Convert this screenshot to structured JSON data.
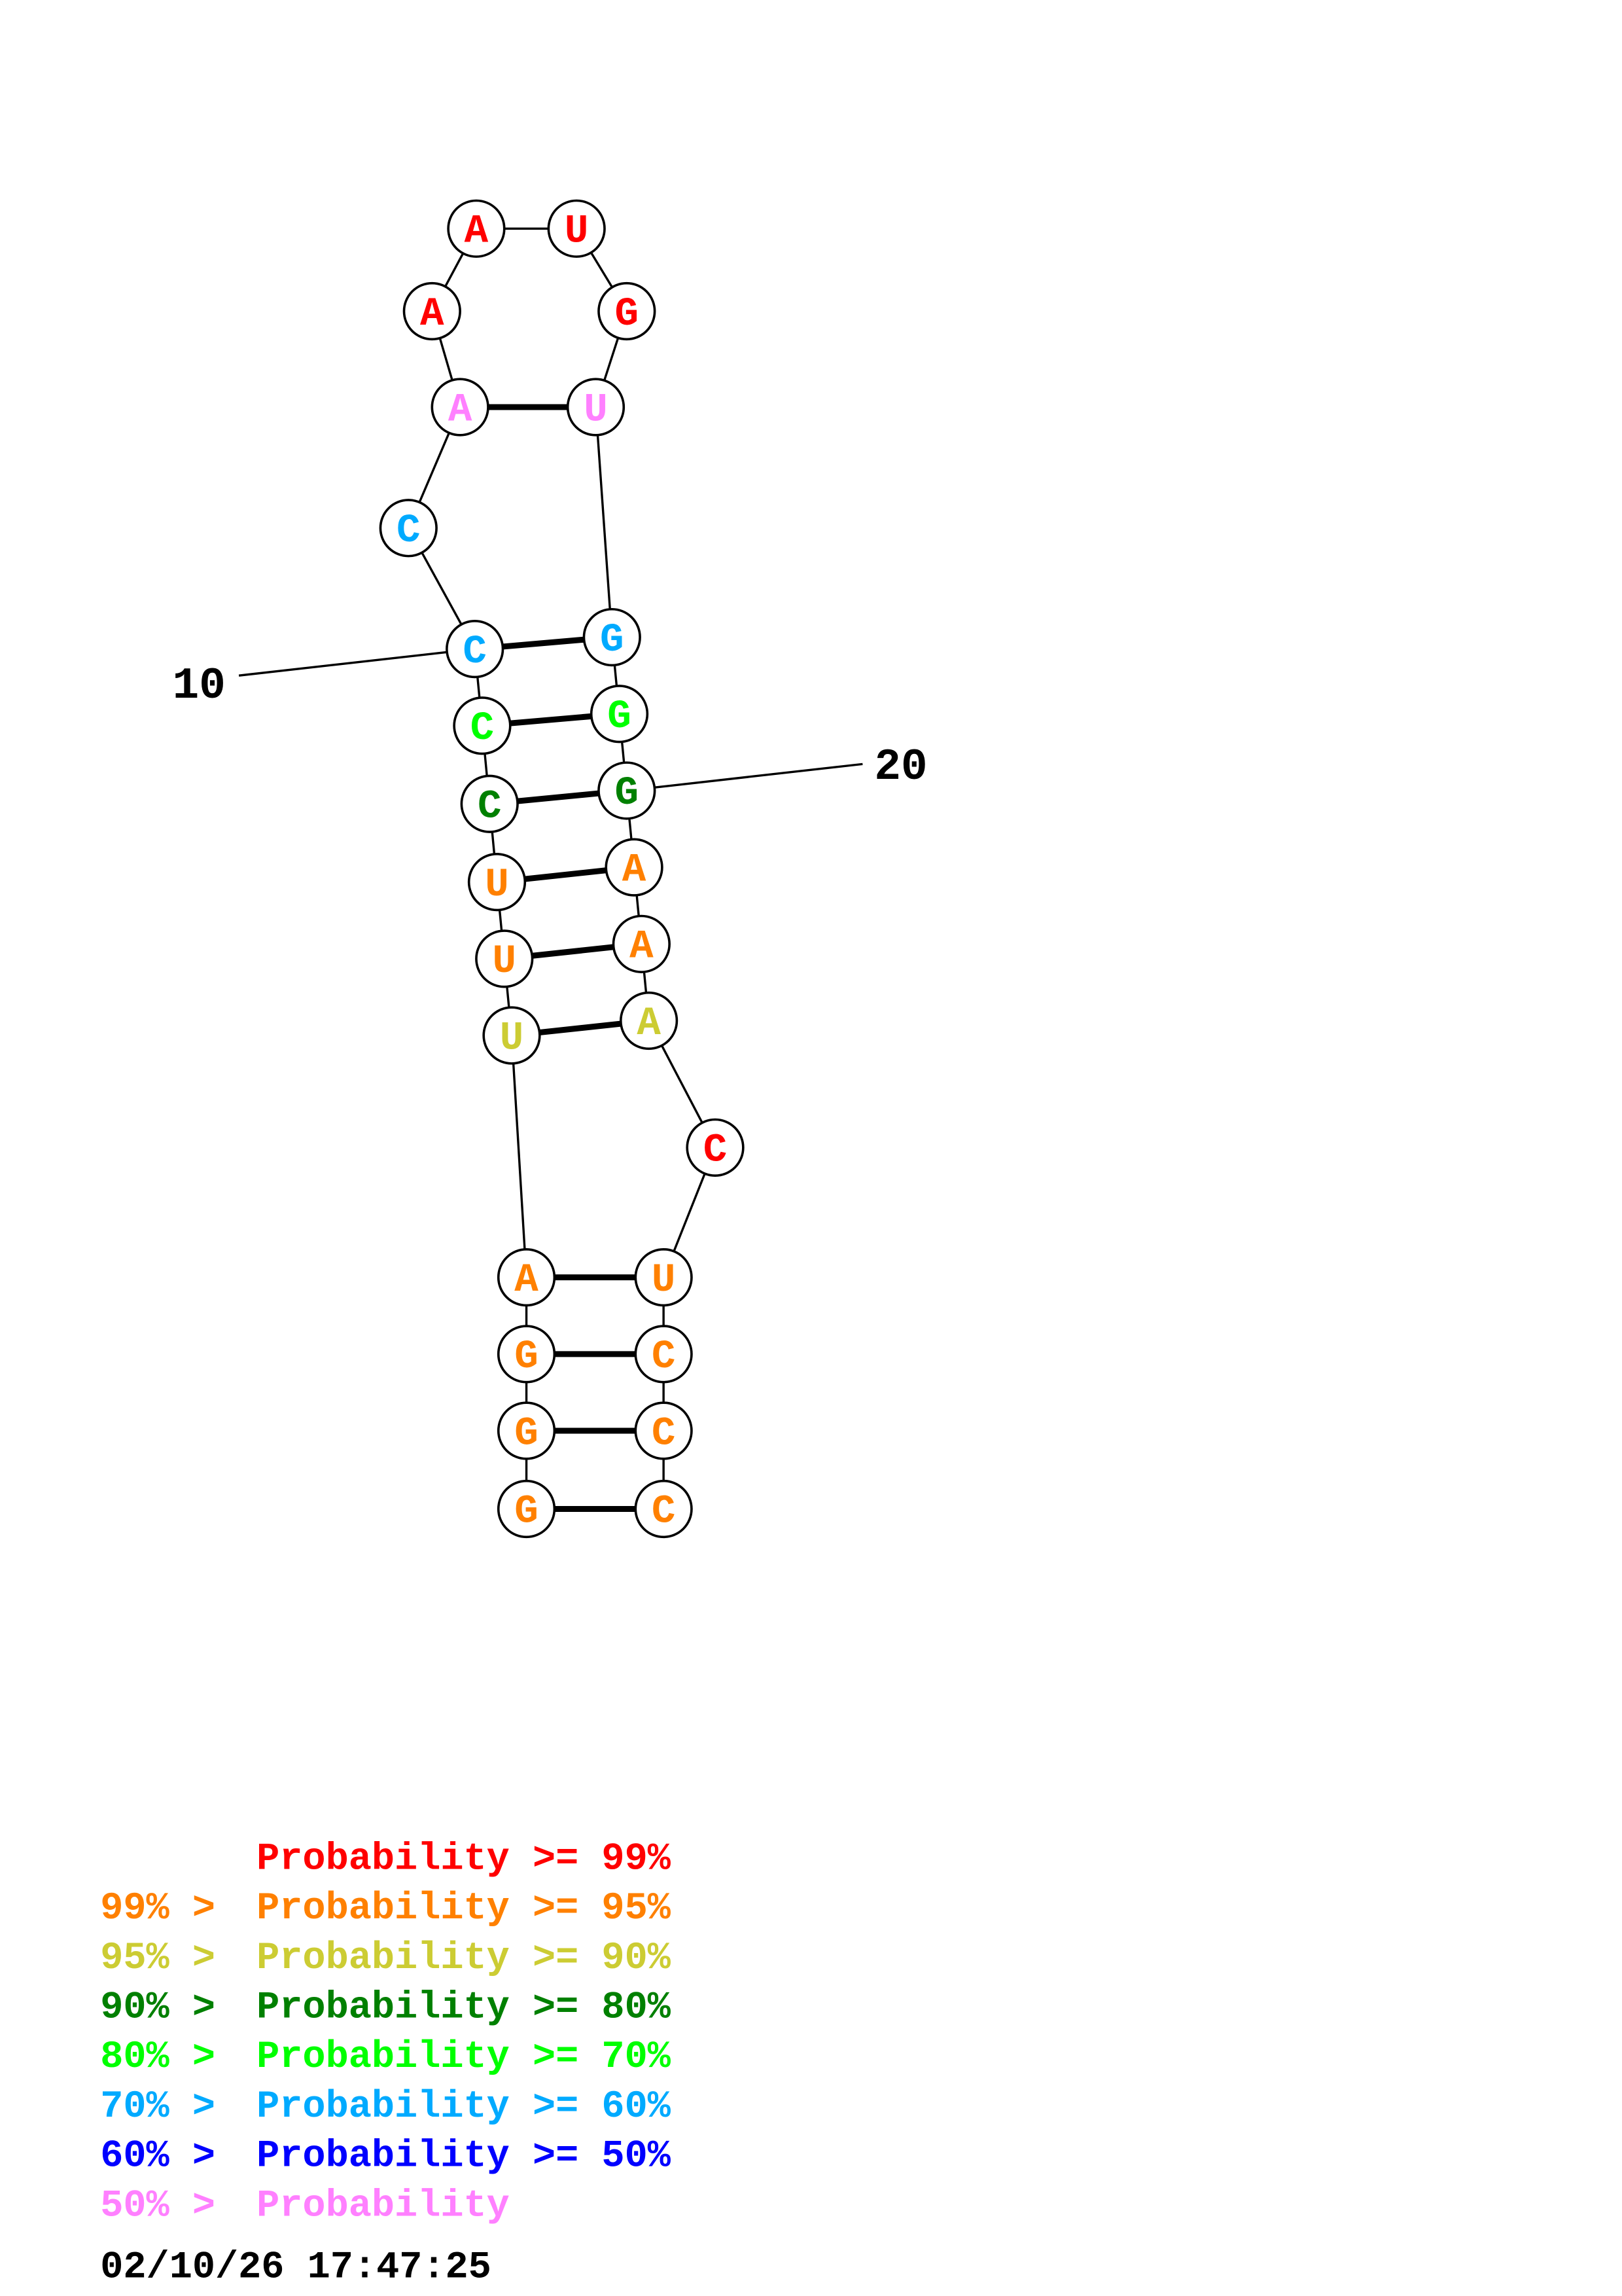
{
  "structure": {
    "sequence": [
      "G",
      "G",
      "G",
      "A",
      "U",
      "U",
      "U",
      "C",
      "C",
      "C",
      "C",
      "A",
      "A",
      "A",
      "U",
      "G",
      "U",
      "G",
      "G",
      "G",
      "A",
      "A",
      "A",
      "C",
      "U",
      "C",
      "C",
      "C"
    ],
    "probability_class": [
      1,
      1,
      1,
      1,
      2,
      1,
      1,
      3,
      4,
      5,
      5,
      7,
      0,
      0,
      0,
      0,
      7,
      5,
      4,
      3,
      1,
      1,
      2,
      0,
      1,
      1,
      1,
      1
    ],
    "pairs": [
      [
        1,
        28
      ],
      [
        2,
        27
      ],
      [
        3,
        26
      ],
      [
        4,
        25
      ],
      [
        5,
        23
      ],
      [
        6,
        22
      ],
      [
        7,
        21
      ],
      [
        8,
        20
      ],
      [
        9,
        19
      ],
      [
        10,
        18
      ],
      [
        12,
        17
      ]
    ],
    "position_labels": [
      {
        "index": 10,
        "text": "10"
      },
      {
        "index": 20,
        "text": "20"
      }
    ]
  },
  "legend": {
    "colors": [
      "#ff0000",
      "#ff8000",
      "#cccc33",
      "#008000",
      "#00ff00",
      "#00aaff",
      "#0000ff",
      "#ff80ff"
    ],
    "rows": [
      {
        "prefix": "",
        "text": "Probability >= 99%"
      },
      {
        "prefix": "99% > ",
        "text": "Probability >= 95%"
      },
      {
        "prefix": "95% > ",
        "text": "Probability >= 90%"
      },
      {
        "prefix": "90% > ",
        "text": "Probability >= 80%"
      },
      {
        "prefix": "80% > ",
        "text": "Probability >= 70%"
      },
      {
        "prefix": "70% > ",
        "text": "Probability >= 60%"
      },
      {
        "prefix": "60% > ",
        "text": "Probability >= 50%"
      },
      {
        "prefix": "50% > ",
        "text": "Probability"
      }
    ]
  },
  "timestamp": "02/10/26 17:47:25"
}
